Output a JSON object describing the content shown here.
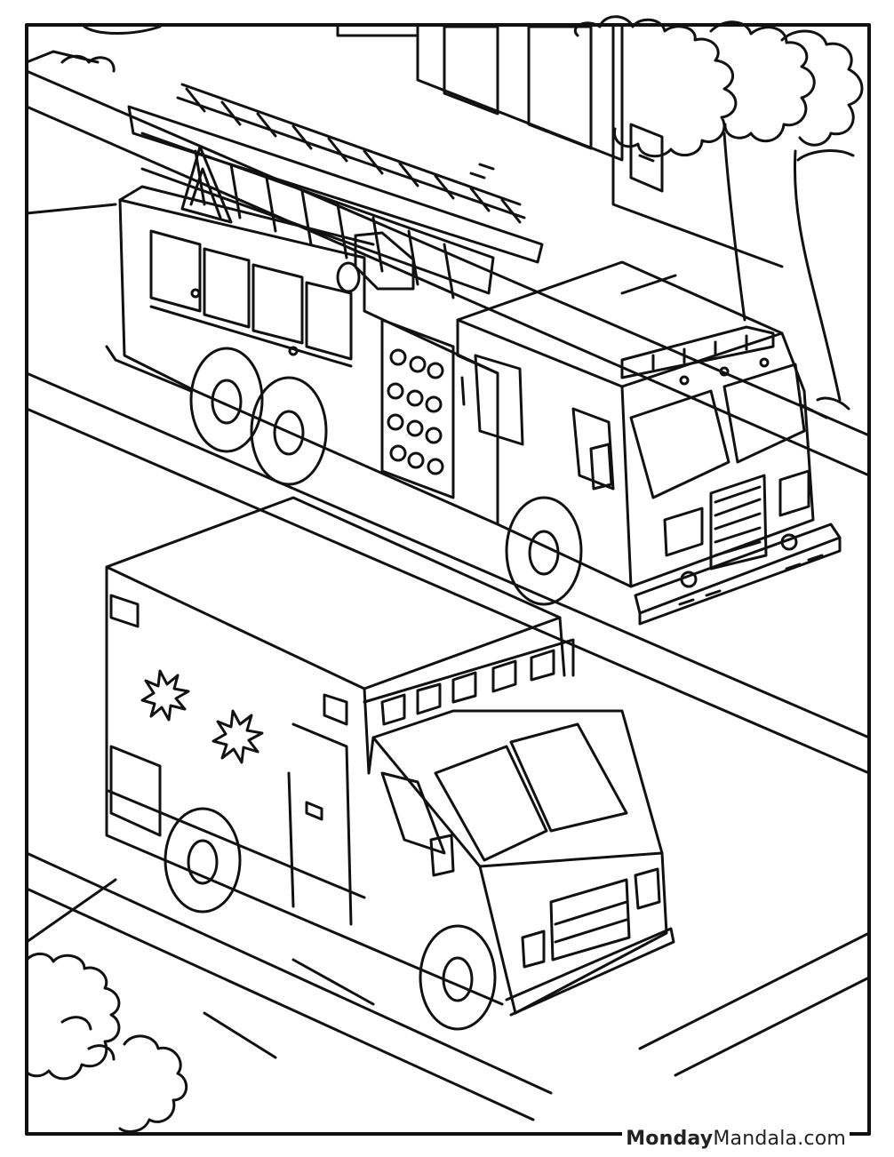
{
  "watermark": {
    "part_bold": "Monday",
    "part_regular": "Mandala.com"
  },
  "scene": {
    "subjects": [
      "fire-truck",
      "ambulance"
    ],
    "line_color": "#111111",
    "paper_color": "#ffffff"
  }
}
